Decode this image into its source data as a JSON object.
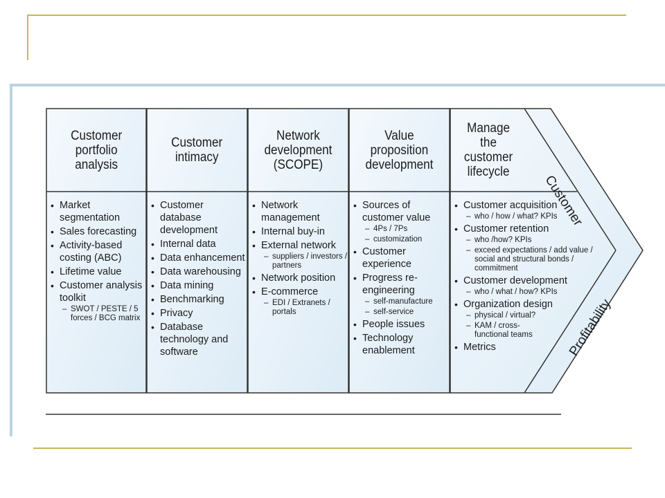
{
  "columns": [
    {
      "title": "Customer\nportfolio\nanalysis",
      "items": [
        {
          "text": "Market\nsegmentation",
          "sub": []
        },
        {
          "text": "Sales forecasting",
          "sub": []
        },
        {
          "text": "Activity-based\ncosting (ABC)",
          "sub": []
        },
        {
          "text": "Lifetime value",
          "sub": []
        },
        {
          "text": "Customer analysis\ntoolkit",
          "sub": [
            "SWOT / PESTE / 5\nforces / BCG matrix"
          ]
        }
      ]
    },
    {
      "title": "Customer\nintimacy",
      "items": [
        {
          "text": "Customer\ndatabase\ndevelopment",
          "sub": []
        },
        {
          "text": "Internal data",
          "sub": []
        },
        {
          "text": "Data enhancement",
          "sub": []
        },
        {
          "text": "Data warehousing",
          "sub": []
        },
        {
          "text": "Data mining",
          "sub": []
        },
        {
          "text": "Benchmarking",
          "sub": []
        },
        {
          "text": "Privacy",
          "sub": []
        },
        {
          "text": "Database\ntechnology and\nsoftware",
          "sub": []
        }
      ]
    },
    {
      "title": "Network\ndevelopment\n(SCOPE)",
      "items": [
        {
          "text": "Network\nmanagement",
          "sub": []
        },
        {
          "text": "Internal buy-in",
          "sub": []
        },
        {
          "text": "External network",
          "sub": [
            "suppliers / investors /\npartners"
          ]
        },
        {
          "text": "Network position",
          "sub": []
        },
        {
          "text": "E-commerce",
          "sub": [
            "EDI / Extranets /\nportals"
          ]
        }
      ]
    },
    {
      "title": "Value\nproposition\ndevelopment",
      "items": [
        {
          "text": "Sources of\ncustomer value",
          "sub": [
            "4Ps / 7Ps",
            "customization"
          ]
        },
        {
          "text": "Customer\nexperience",
          "sub": []
        },
        {
          "text": "Progress re-\nengineering",
          "sub": [
            "self-manufacture",
            "self-service"
          ]
        },
        {
          "text": "People issues",
          "sub": []
        },
        {
          "text": "Technology\nenablement",
          "sub": []
        }
      ]
    },
    {
      "title": "Manage\nthe\ncustomer\nlifecycle",
      "items": [
        {
          "text": "Customer acquisition",
          "sub": [
            "who / how / what? KPIs"
          ]
        },
        {
          "text": "Customer retention",
          "sub": [
            "who /how? KPIs",
            "exceed expectations / add value /\nsocial and structural bonds /\ncommitment"
          ]
        },
        {
          "text": "Customer development",
          "sub": [
            "who / what / how? KPIs"
          ]
        },
        {
          "text": "Organization design",
          "sub": [
            "physical / virtual?",
            "KAM / cross-\nfunctional teams"
          ]
        },
        {
          "text": "Metrics",
          "sub": []
        }
      ]
    }
  ],
  "arrow_labels": {
    "upper": "Customer",
    "lower": "Profitability"
  },
  "colors": {
    "panel_fill": "#eaf3fa",
    "line": "#333333",
    "accent_gold": "#c8b45a",
    "frame_blue": "#bcd2e2"
  }
}
